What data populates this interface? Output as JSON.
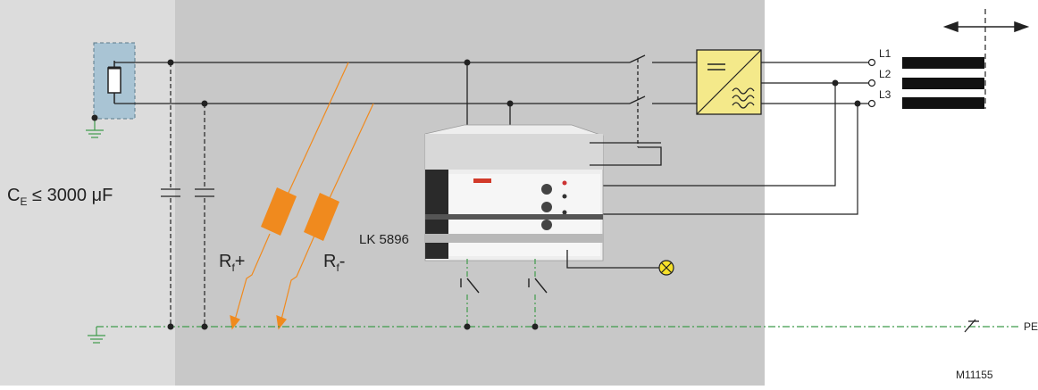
{
  "labels": {
    "ce_prefix": "C",
    "ce_sub": "E",
    "ce_value": "≤ 3000 μF",
    "rf_plus_main": "R",
    "rf_plus_sub": "f",
    "rf_plus_sign": "+",
    "rf_minus_main": "R",
    "rf_minus_sub": "f",
    "rf_minus_sign": "-",
    "device": "LK 5896",
    "l1": "L1",
    "l2": "L2",
    "l3": "L3",
    "pe": "PE",
    "figure_id": "M11155"
  },
  "colors": {
    "zone_left": "#dcdcdc",
    "zone_mid": "#c8c8c8",
    "pv_module": "#a9c4d4",
    "fault_resistor": "#f08a1e",
    "pe_line": "#3f9b4b",
    "lamp": "#f7e12a"
  }
}
